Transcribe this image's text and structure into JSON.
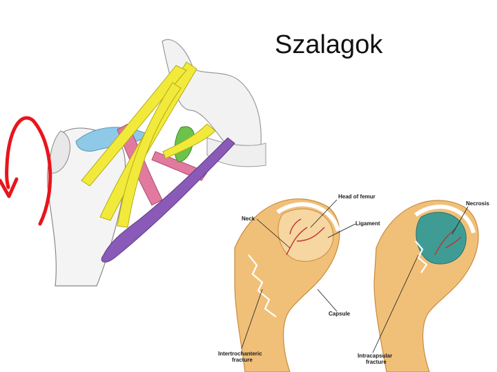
{
  "slide": {
    "title": "Szalagok"
  },
  "figure2": {
    "labels": {
      "head_of_femur": "Head of femur",
      "neck": "Neck",
      "ligament": "Ligament",
      "capsule": "Capsule",
      "necrosis": "Necrosis",
      "intertrochanteric_1": "Intertrochanteric",
      "intertrochanteric_2": "fracture",
      "intracapsular_1": "Intracapsular",
      "intracapsular_2": "fracture"
    }
  },
  "colors": {
    "ligament_yellow": "#f2ea3a",
    "ligament_pink": "#e27aa0",
    "ligament_purple": "#8a5ab8",
    "ligament_blue": "#8ec9e8",
    "ligament_green": "#6cc24a",
    "rotation_arrow": "#e8151b",
    "bone_orange": "#f0c079",
    "necrosis_teal": "#3f9c95"
  }
}
